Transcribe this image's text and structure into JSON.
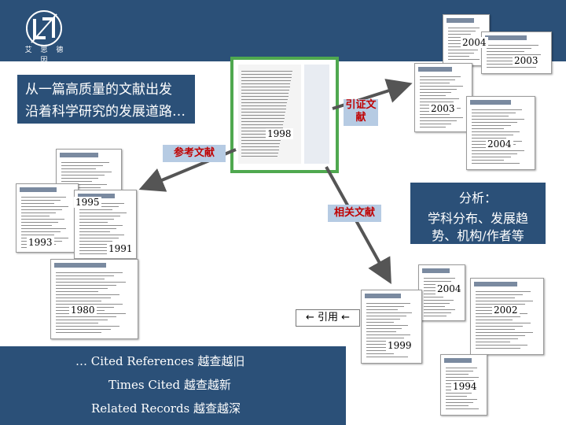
{
  "logo": {
    "caption": "艾 思 德 因"
  },
  "title": {
    "line1": "从一篇高质量的文献出发",
    "line2": "沿着科学研究的发展道路…"
  },
  "labels": {
    "citing": "引证文献",
    "references": "参考文献",
    "related": "相关文献",
    "cited_arrow": "← 引用 ←"
  },
  "analysis": {
    "heading": "分析：",
    "line1": "学科分布、发展趋",
    "line2": "势、机构/作者等"
  },
  "bottom": {
    "line1": "… Cited References 越查越旧",
    "line2": "Times Cited 越查越新",
    "line3": "Related Records 越查越深"
  },
  "years": {
    "y2004a": "2004",
    "y2003a": "2003",
    "y2003b": "2003",
    "y2004b": "2004",
    "y1998": "1998",
    "y1995": "1995",
    "y1993": "1993",
    "y1991": "1991",
    "y1980": "1980",
    "y2004c": "2004",
    "y2002": "2002",
    "y1999": "1999",
    "y1994": "1994"
  },
  "colors": {
    "band": "#2b5078",
    "center_border": "#4fa84f",
    "label_bg": "#b6cbe3",
    "label_text": "#c00000"
  }
}
